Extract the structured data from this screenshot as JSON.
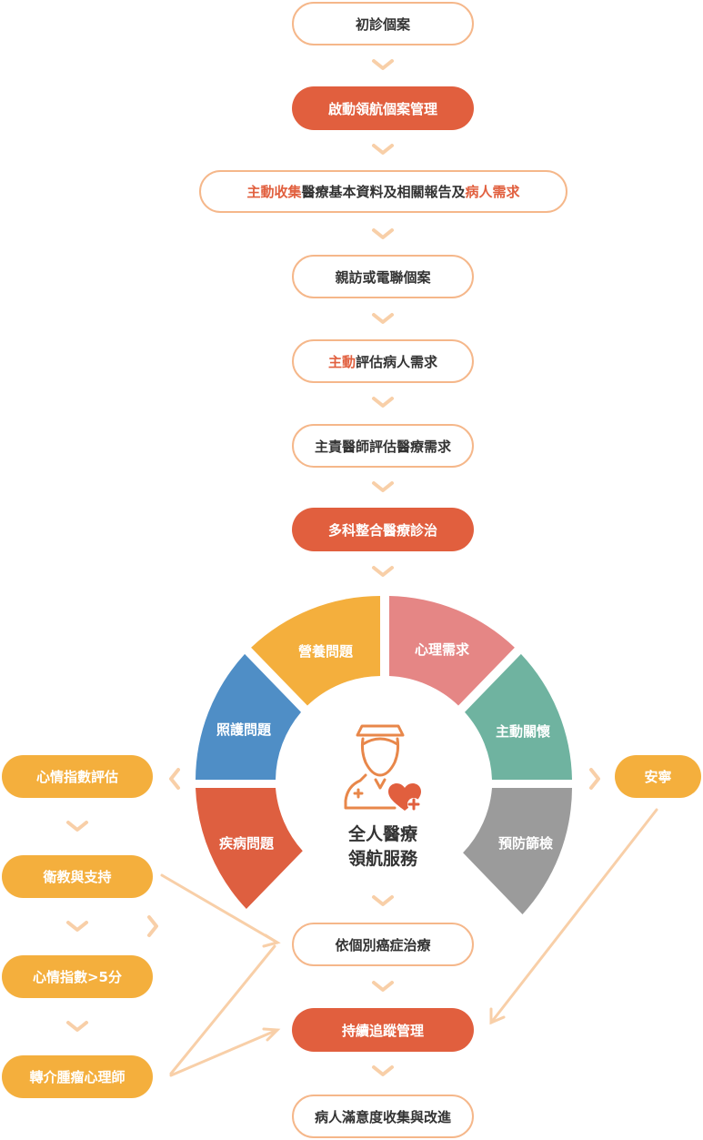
{
  "steps": {
    "s1": "初診個案",
    "s2": "啟動領航個案管理",
    "s3": {
      "p1": "主動收集",
      "p2": "醫療基本資料及相關報告及",
      "p3": "病人需求"
    },
    "s4": "親訪或電聯個案",
    "s5": {
      "p1": "主動",
      "p2": "評估病人需求"
    },
    "s6": "主責醫師評估醫療需求",
    "s7": "多科整合醫療診治",
    "s8": "依個別癌症治療",
    "s9": "持續追蹤管理",
    "s10": "病人滿意度收集與改進"
  },
  "arc": {
    "seg1": "營養問題",
    "seg2": "心理需求",
    "seg3": "照護問題",
    "seg4": "主動關懷",
    "seg5": "疾病問題",
    "seg6": "預防篩檢"
  },
  "center": {
    "line1": "全人醫療",
    "line2": "領航服務"
  },
  "left_branch": {
    "b1": "心情指數評估",
    "b2": "衛教與支持",
    "b3": "心情指數>5分",
    "b4": "轉介腫瘤心理師"
  },
  "right_branch": {
    "b1": "安寧"
  },
  "colors": {
    "accent": "#e15f3e",
    "outline": "#f5b78a",
    "chevron": "#f8cfa8",
    "yellow": "#f4af3d",
    "pink": "#e58685",
    "blue": "#4f8ec6",
    "teal": "#6fb3a0",
    "gray": "#9b9b9b",
    "red": "#de5f40"
  }
}
